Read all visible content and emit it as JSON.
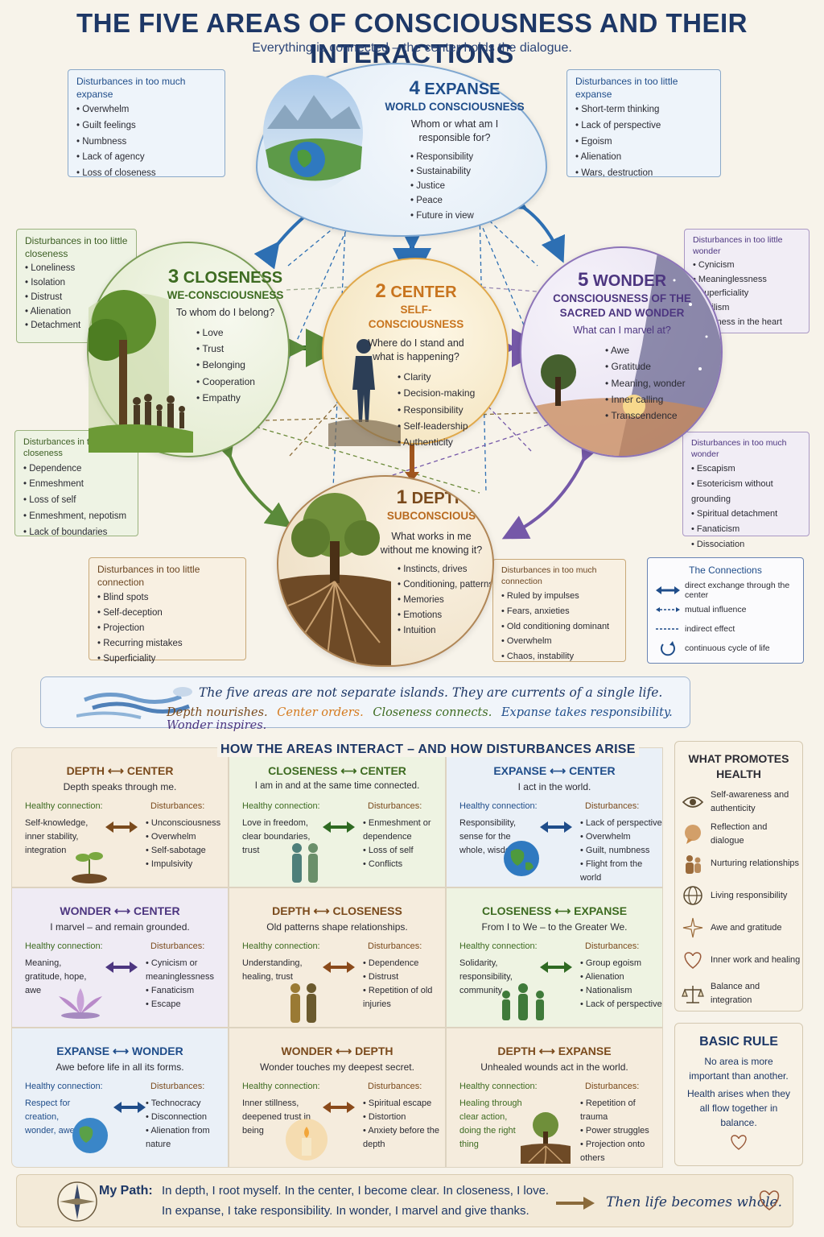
{
  "header": {
    "title": "THE FIVE AREAS OF CONSCIOUSNESS AND THEIR INTERACTIONS",
    "subtitle": "Everything is connected – the center holds the dialogue."
  },
  "colors": {
    "navy": "#1d3766",
    "depth": "#7a4a1c",
    "center": "#c8741e",
    "closeness": "#3d6b21",
    "expanse": "#1f4d8a",
    "wonder": "#4d3680"
  },
  "areas": {
    "expanse": {
      "num": "4",
      "name": "EXPANSE",
      "sub": "WORLD CONSCIOUSNESS",
      "q": "Whom or what am I responsible for?",
      "items": [
        "Responsibility",
        "Sustainability",
        "Justice",
        "Peace",
        "Future in view"
      ]
    },
    "closeness": {
      "num": "3",
      "name": "CLOSENESS",
      "sub": "WE-CONSCIOUSNESS",
      "q": "To whom do I belong?",
      "items": [
        "Love",
        "Trust",
        "Belonging",
        "Cooperation",
        "Empathy"
      ]
    },
    "center": {
      "num": "2",
      "name": "CENTER",
      "sub": "SELF-CONSCIOUSNESS",
      "q": "Where do I stand and what is happening?",
      "items": [
        "Clarity",
        "Decision-making",
        "Responsibility",
        "Self-leadership",
        "Authenticity"
      ]
    },
    "wonder": {
      "num": "5",
      "name": "WONDER",
      "sub": "CONSCIOUSNESS OF THE SACRED AND WONDER",
      "q": "What can I marvel at?",
      "items": [
        "Awe",
        "Gratitude",
        "Meaning, wonder",
        "Inner calling",
        "Transcendence"
      ]
    },
    "depth": {
      "num": "1",
      "name": "DEPTH",
      "sub": "SUBCONSCIOUS",
      "q": "What works in me without me knowing it?",
      "items": [
        "Instincts, drives",
        "Conditioning, patterns",
        "Memories",
        "Emotions",
        "Intuition"
      ]
    }
  },
  "disturbances": {
    "much_expanse": {
      "title": "Disturbances in too much expanse",
      "items": [
        "Overwhelm",
        "Guilt feelings",
        "Numbness",
        "Lack of agency",
        "Loss of closeness"
      ]
    },
    "little_expanse": {
      "title": "Disturbances in too little expanse",
      "items": [
        "Short-term thinking",
        "Lack of perspective",
        "Egoism",
        "Alienation",
        "Wars, destruction"
      ]
    },
    "little_closeness": {
      "title": "Disturbances in too little closeness",
      "items": [
        "Loneliness",
        "Isolation",
        "Distrust",
        "Alienation",
        "Detachment"
      ]
    },
    "much_closeness": {
      "title": "Disturbances in too much closeness",
      "items": [
        "Dependence",
        "Enmeshment",
        "Loss of self",
        "Enmeshment, nepotism",
        "Lack of boundaries"
      ]
    },
    "little_wonder": {
      "title": "Disturbances in too little wonder",
      "items": [
        "Cynicism",
        "Meaninglessness",
        "Superficiality",
        "Nihilism",
        "Coldness in the heart"
      ]
    },
    "much_wonder": {
      "title": "Disturbances in too much wonder",
      "items": [
        "Escapism",
        "Esotericism without grounding",
        "Spiritual detachment",
        "Fanaticism",
        "Dissociation"
      ]
    },
    "little_connection": {
      "title": "Disturbances in too little connection",
      "items": [
        "Blind spots",
        "Self-deception",
        "Projection",
        "Recurring mistakes",
        "Superficiality"
      ]
    },
    "much_connection": {
      "title": "Disturbances in too much connection",
      "items": [
        "Ruled by impulses",
        "Fears, anxieties",
        "Old conditioning dominant",
        "Overwhelm",
        "Chaos, instability"
      ]
    }
  },
  "legend": {
    "title": "The Connections",
    "items": [
      "direct exchange through the center",
      "mutual influence",
      "indirect effect",
      "continuous cycle of life"
    ]
  },
  "banner": {
    "line1": "The five areas are not separate islands.  They are currents of a single life.",
    "line2": [
      "Depth nourishes.",
      "Center orders.",
      "Closeness connects.",
      "Expanse takes responsibility.",
      "Wonder inspires."
    ]
  },
  "interactions": {
    "title": "HOW THE AREAS INTERACT – AND HOW DISTURBANCES ARISE",
    "healthy_label": "Healthy connection:",
    "disturb_label": "Disturbances:",
    "cells": [
      {
        "a": "DEPTH",
        "b": "CENTER",
        "sub": "Depth speaks through me.",
        "healthy": "Self-knowledge, inner stability, integration",
        "dist": [
          "Unconsciousness",
          "Overwhelm",
          "Self-sabotage",
          "Impulsivity"
        ]
      },
      {
        "a": "CLOSENESS",
        "b": "CENTER",
        "sub": "I am in and at the same time connected.",
        "healthy": "Love in freedom, clear boundaries, trust",
        "dist": [
          "Enmeshment or dependence",
          "Loss of self",
          "Conflicts"
        ]
      },
      {
        "a": "EXPANSE",
        "b": "CENTER",
        "sub": "I act in the world.",
        "healthy": "Responsibility, sense for the whole, wisdom",
        "dist": [
          "Lack of perspective",
          "Overwhelm",
          "Guilt, numbness",
          "Flight from the world"
        ]
      },
      {
        "a": "WONDER",
        "b": "CENTER",
        "sub": "I marvel – and remain grounded.",
        "healthy": "Meaning, gratitude, hope, awe",
        "dist": [
          "Cynicism or meaninglessness",
          "Fanaticism",
          "Escape"
        ]
      },
      {
        "a": "DEPTH",
        "b": "CLOSENESS",
        "sub": "Old patterns shape relationships.",
        "healthy": "Understanding, healing, trust",
        "dist": [
          "Dependence",
          "Distrust",
          "Repetition of old injuries"
        ]
      },
      {
        "a": "CLOSENESS",
        "b": "EXPANSE",
        "sub": "From I to We – to the Greater We.",
        "healthy": "Solidarity, responsibility, community",
        "dist": [
          "Group egoism",
          "Alienation",
          "Nationalism",
          "Lack of perspective"
        ]
      },
      {
        "a": "EXPANSE",
        "b": "WONDER",
        "sub": "Awe before life in all its forms.",
        "healthy": "Respect for creation, wonder, awe",
        "dist": [
          "Technocracy",
          "Disconnection",
          "Alienation from nature"
        ]
      },
      {
        "a": "WONDER",
        "b": "DEPTH",
        "sub": "Wonder touches my deepest secret.",
        "healthy": "Inner stillness, deepened trust in being",
        "dist": [
          "Spiritual escape",
          "Distortion",
          "Anxiety before the depth"
        ]
      },
      {
        "a": "DEPTH",
        "b": "EXPANSE",
        "sub": "Unhealed wounds act in the world.",
        "healthy": "Healing through clear action, doing the right thing",
        "dist": [
          "Repetition of trauma",
          "Power struggles",
          "Projection onto others"
        ]
      }
    ]
  },
  "promotes": {
    "title": "WHAT PROMOTES HEALTH",
    "items": [
      {
        "icon": "eye-icon",
        "label": "Self-awareness and authenticity"
      },
      {
        "icon": "speech-bubble-icon",
        "label": "Reflection and dialogue"
      },
      {
        "icon": "people-icon",
        "label": "Nurturing relationships"
      },
      {
        "icon": "globe-icon",
        "label": "Living responsibility"
      },
      {
        "icon": "sparkle-icon",
        "label": "Awe and gratitude"
      },
      {
        "icon": "heart-icon",
        "label": "Inner work and healing"
      },
      {
        "icon": "scales-icon",
        "label": "Balance and integration"
      }
    ]
  },
  "basic_rule": {
    "title": "BASIC RULE",
    "line1": "No area is more important than another.",
    "line2": "Health arises when they all flow together in balance."
  },
  "my_path": {
    "label": "My Path:",
    "line1": "In depth, I root myself.   In the center, I become clear.   In closeness, I love.",
    "line2": "In expanse, I take responsibility.   In wonder, I marvel and give thanks.",
    "final": "Then life becomes whole."
  }
}
